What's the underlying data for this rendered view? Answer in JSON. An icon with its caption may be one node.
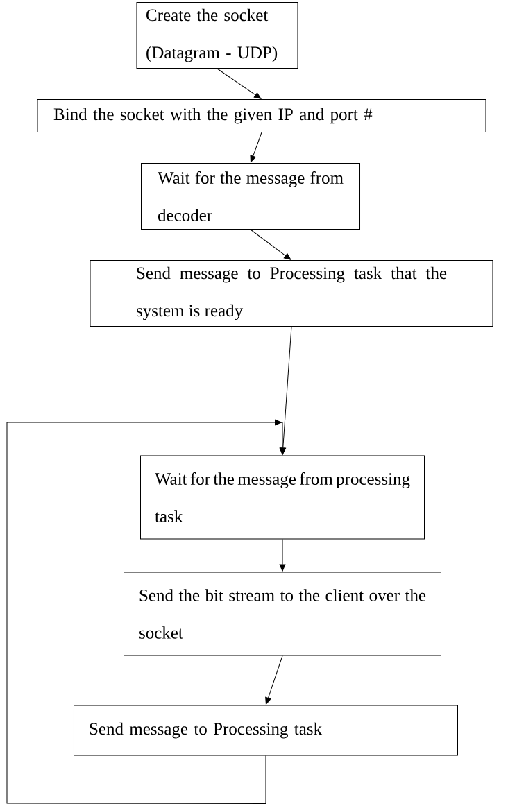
{
  "diagram": {
    "nodes": [
      {
        "text": [
          "Create the socket (Datagram - UDP)"
        ]
      },
      {
        "text": [
          "Bind the socket with the given IP and port #"
        ]
      },
      {
        "text": [
          "Wait for the message from decoder"
        ]
      },
      {
        "text": [
          "Send message to Processing task that the system is ready"
        ]
      },
      {
        "text": [
          "Wait for the message from processing task"
        ]
      },
      {
        "text": [
          "Send the bit stream to the client over the socket"
        ]
      },
      {
        "text": [
          "Send message to Processing task"
        ]
      }
    ],
    "edges": [
      {
        "from": 0,
        "to": 1,
        "arrow": "to"
      },
      {
        "from": 1,
        "to": 2,
        "arrow": "to"
      },
      {
        "from": 2,
        "to": 3,
        "arrow": "to"
      },
      {
        "from": 3,
        "to": 4,
        "arrow": "to"
      },
      {
        "from": 4,
        "to": 5,
        "arrow": "to"
      },
      {
        "from": 5,
        "to": 6,
        "arrow": "to"
      },
      {
        "from": 6,
        "to": 4,
        "arrow": "to"
      }
    ]
  }
}
